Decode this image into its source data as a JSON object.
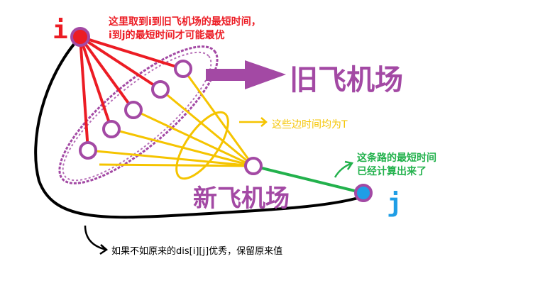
{
  "nodes": {
    "i_label": "i",
    "j_label": "j"
  },
  "labels": {
    "top_note_line1": "这里取到i到旧飞机场的最短时间，",
    "top_note_line2": "i到j的最短时间才可能最优",
    "old_airports": "旧飞机场",
    "new_airport": "新飞机场",
    "edge_time_note": "这些边时间均为T",
    "done_note_line1": "这条路的最短时间",
    "done_note_line2": "已经计算出来了",
    "bottom_note": "如果不如原来的dis[i][j]优秀，保留原来值"
  },
  "colors": {
    "red": "#ec1c24",
    "purple": "#a349a4",
    "yellow": "#f5c400",
    "green": "#22b14c",
    "blue": "#1f9ee6",
    "black": "#000000"
  }
}
